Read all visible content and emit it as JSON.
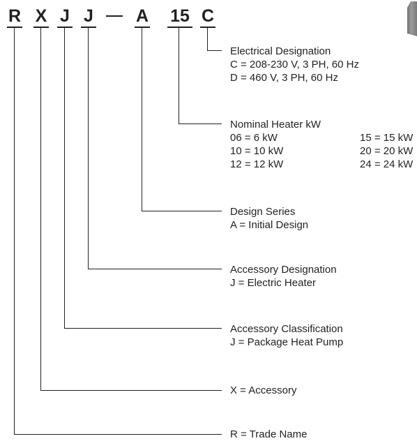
{
  "model_code": {
    "chars": [
      "R",
      "X",
      "J",
      "J",
      "A",
      "15",
      "C"
    ]
  },
  "designations": [
    {
      "title": "Electrical Designation",
      "lines": [
        "C = 208-230 V, 3 PH, 60 Hz",
        "D = 460 V, 3 PH, 60 Hz"
      ]
    },
    {
      "title": "Nominal Heater kW",
      "kw": [
        "06 = 6 kW",
        "15 = 15 kW",
        "10 = 10 kW",
        "20 = 20 kW",
        "12 = 12 kW",
        "24 = 24 kW"
      ]
    },
    {
      "title": "Design Series",
      "lines": [
        "A = Initial Design"
      ]
    },
    {
      "title": "Accessory Designation",
      "lines": [
        "J = Electric Heater"
      ]
    },
    {
      "title": "Accessory Classification",
      "lines": [
        "J = Package Heat Pump"
      ]
    },
    {
      "title": "X = Accessory"
    },
    {
      "title": "R = Trade Name"
    }
  ],
  "colors": {
    "ink": "#231f20",
    "photo": "#8a8a8a"
  }
}
